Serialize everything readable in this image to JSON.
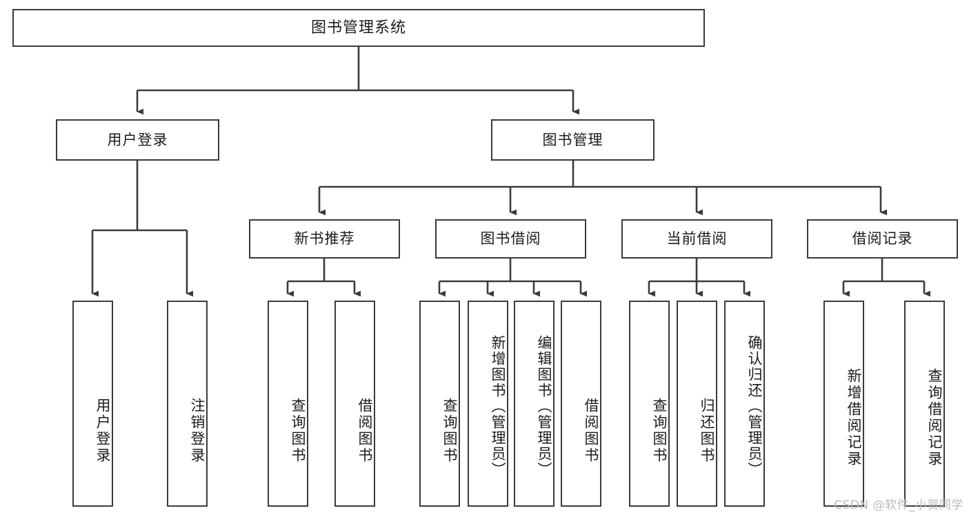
{
  "diagram": {
    "title": "图书管理系统",
    "type": "tree-hierarchy",
    "orientation": "top-down",
    "line_color": "#3a3a3a",
    "box_fill": "#ffffff",
    "text_color": "#1b1b1b"
  },
  "nodes": {
    "root": {
      "label": "图书管理系统",
      "level": 1
    },
    "level2": [
      {
        "id": "user-login",
        "label": "用户登录"
      },
      {
        "id": "book-manage",
        "label": "图书管理"
      }
    ],
    "level3": [
      {
        "id": "new-book-recommend",
        "label": "新书推荐",
        "parent": "book-manage"
      },
      {
        "id": "book-borrow",
        "label": "图书借阅",
        "parent": "book-manage"
      },
      {
        "id": "current-borrow",
        "label": "当前借阅",
        "parent": "book-manage"
      },
      {
        "id": "borrow-record",
        "label": "借阅记录",
        "parent": "book-manage"
      }
    ],
    "leaves": {
      "user_login": [
        {
          "id": "leaf-user-login",
          "label": "用户登录"
        },
        {
          "id": "leaf-logout-login",
          "label": "注销登录"
        }
      ],
      "new_book_recommend": [
        {
          "id": "leaf-query-book-1",
          "label": "查询图书"
        },
        {
          "id": "leaf-borrow-book-1",
          "label": "借阅图书"
        }
      ],
      "book_borrow": [
        {
          "id": "leaf-query-book-2",
          "label": "查询图书"
        },
        {
          "id": "leaf-add-book",
          "label": "新增图书（管理员）"
        },
        {
          "id": "leaf-edit-book",
          "label": "编辑图书（管理员）"
        },
        {
          "id": "leaf-borrow-book-2",
          "label": "借阅图书"
        }
      ],
      "current_borrow": [
        {
          "id": "leaf-query-book-3",
          "label": "查询图书"
        },
        {
          "id": "leaf-return-book",
          "label": "归还图书"
        },
        {
          "id": "leaf-confirm-return",
          "label": "确认归还（管理员）"
        }
      ],
      "borrow_record": [
        {
          "id": "leaf-add-record",
          "label": "新增借阅记录"
        },
        {
          "id": "leaf-query-record",
          "label": "查询借阅记录"
        }
      ]
    }
  },
  "watermark": {
    "text": "CSDN @软件_小贺同学"
  }
}
